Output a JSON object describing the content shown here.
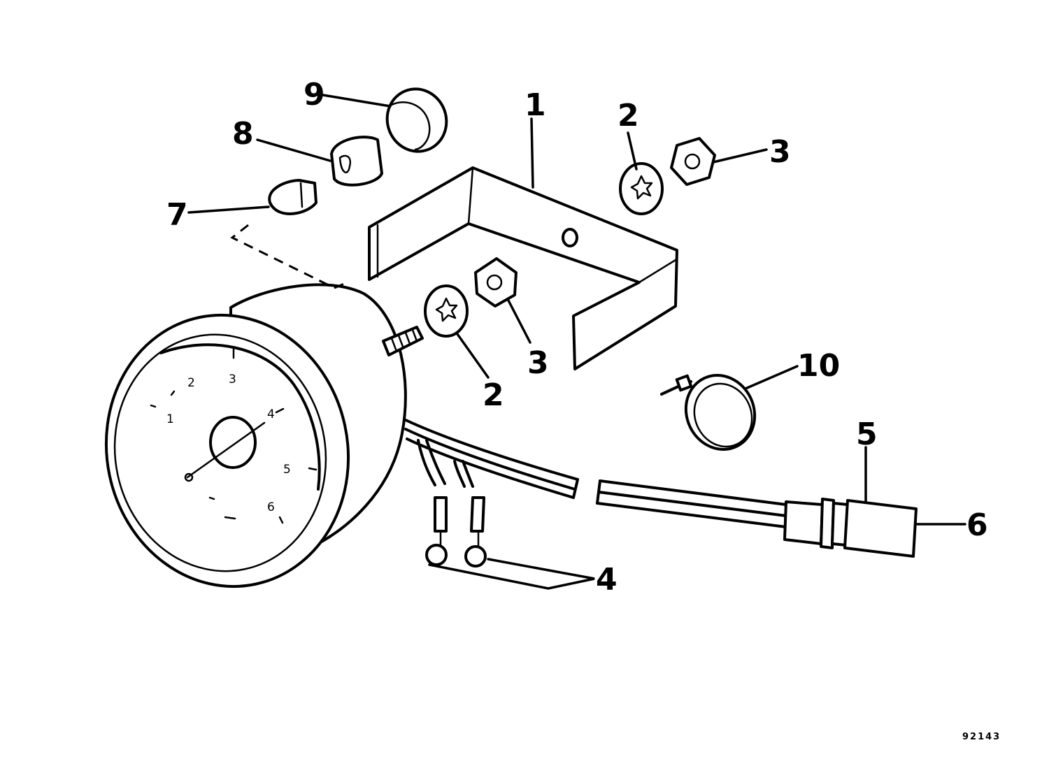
{
  "callouts": {
    "c1": "1",
    "c2_top": "2",
    "c2_bottom": "2",
    "c3_top": "3",
    "c3_bottom": "3",
    "c4": "4",
    "c5": "5",
    "c6": "6",
    "c7": "7",
    "c8": "8",
    "c9": "9",
    "c10": "10"
  },
  "dial": {
    "n1": "1",
    "n2": "2",
    "n3": "3",
    "n4": "4",
    "n5": "5",
    "n6": "6"
  },
  "reference_code": "92143",
  "colors": {
    "ink": "#000000",
    "paper": "#ffffff"
  }
}
